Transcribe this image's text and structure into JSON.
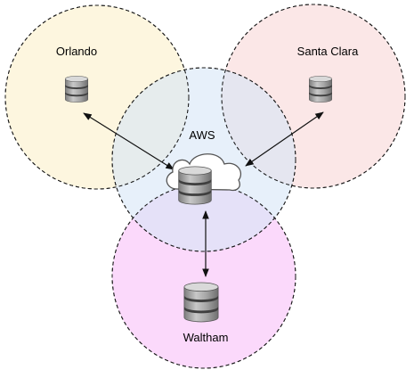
{
  "sites": {
    "orlando": {
      "label": "Orlando",
      "color": "#fdf5d9"
    },
    "santa_clara": {
      "label": "Santa Clara",
      "color": "#fae3e3"
    },
    "aws": {
      "label": "AWS",
      "color": "#d7e6f7"
    },
    "waltham": {
      "label": "Waltham",
      "color": "#fbd5fb"
    }
  },
  "icons": {
    "database": "database-icon",
    "cloud": "cloud-icon"
  },
  "colors": {
    "database_body": "#9c9c9c",
    "database_band": "#3f3f3f",
    "cloud_fill": "#ffffff",
    "cloud_stroke": "#555555",
    "arrows": "#111111"
  },
  "connections": [
    {
      "from": "aws",
      "to": "orlando",
      "direction": "both"
    },
    {
      "from": "aws",
      "to": "santa_clara",
      "direction": "both"
    },
    {
      "from": "aws",
      "to": "waltham",
      "direction": "both"
    }
  ]
}
